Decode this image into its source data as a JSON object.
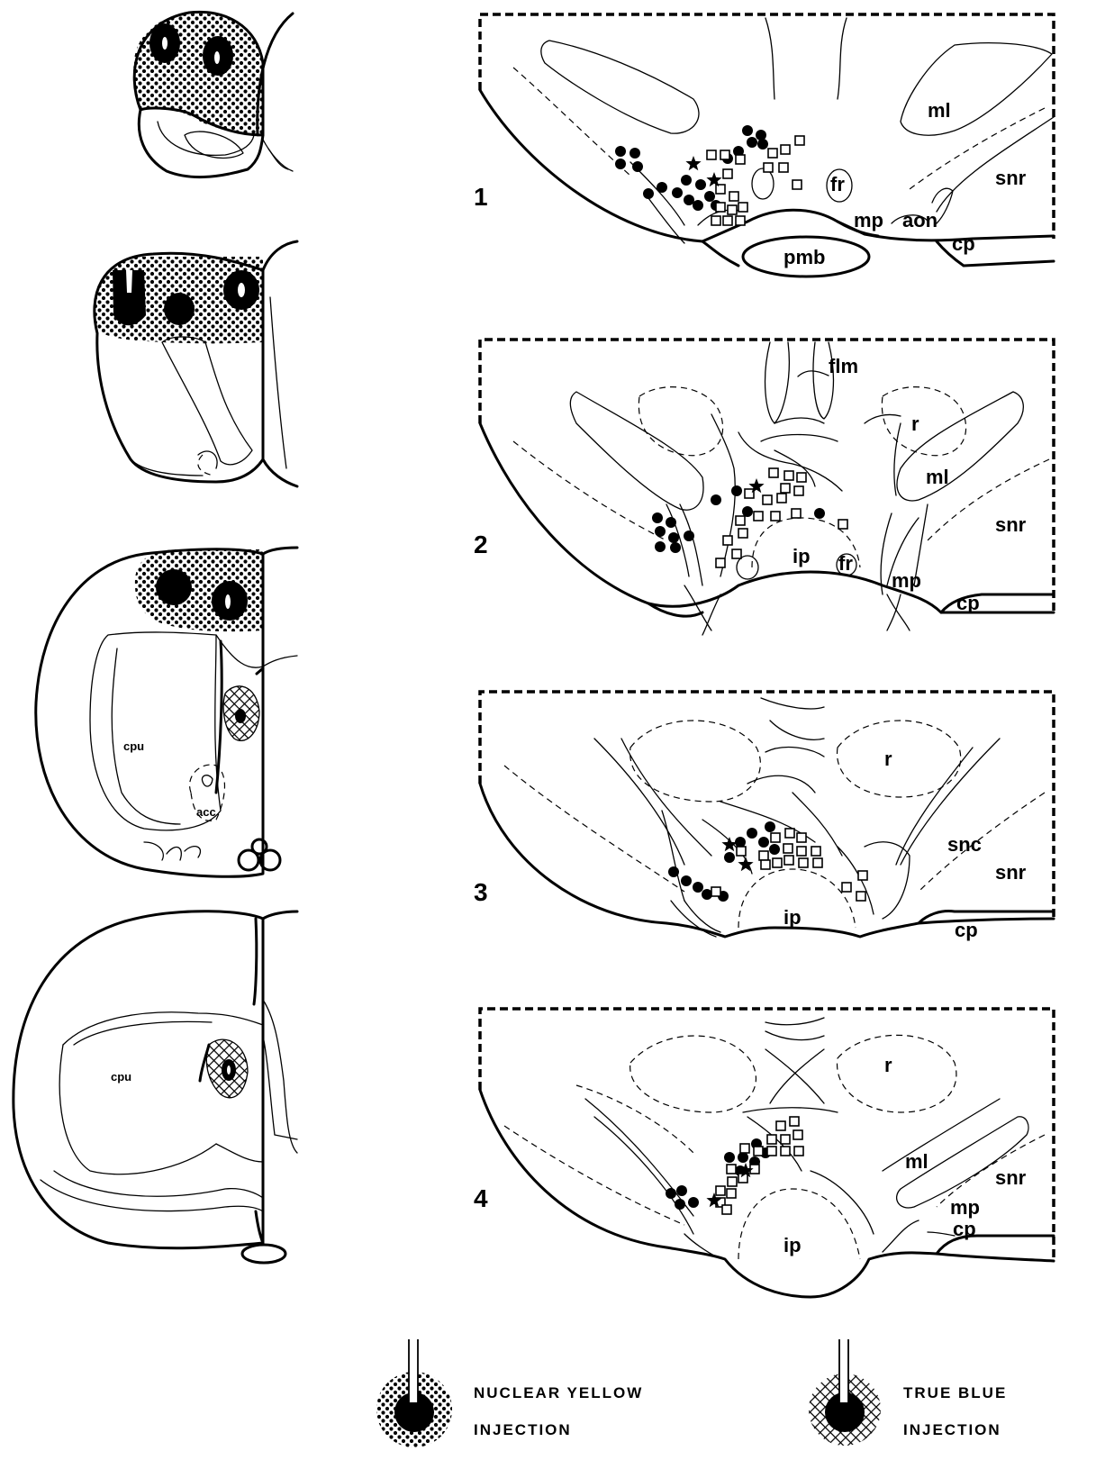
{
  "colors": {
    "ink": "#000000",
    "paper": "#ffffff"
  },
  "left_sections": [
    {
      "id": "ls1",
      "labels": []
    },
    {
      "id": "ls2",
      "labels": []
    },
    {
      "id": "ls3",
      "labels": [
        "cpu",
        "acc"
      ]
    },
    {
      "id": "ls4",
      "labels": [
        "cpu"
      ]
    }
  ],
  "right_sections": [
    {
      "number": "1",
      "labels": {
        "ml": "ml",
        "snr": "snr",
        "fr": "fr",
        "mp": "mp",
        "aon": "aon",
        "cp": "cp",
        "pmb": "pmb"
      }
    },
    {
      "number": "2",
      "labels": {
        "flm": "flm",
        "r": "r",
        "ml": "ml",
        "snr": "snr",
        "ip": "ip",
        "fr": "fr",
        "mp": "mp",
        "cp": "cp"
      }
    },
    {
      "number": "3",
      "labels": {
        "r": "r",
        "snc": "snc",
        "snr": "snr",
        "ip": "ip",
        "cp": "cp"
      }
    },
    {
      "number": "4",
      "labels": {
        "r": "r",
        "ml": "ml",
        "snr": "snr",
        "mp": "mp",
        "cp": "cp",
        "ip": "ip"
      }
    }
  ],
  "marker_types": [
    "filled-circle",
    "open-square",
    "star"
  ],
  "legend": [
    {
      "name": "nuclear-yellow",
      "line1": "NUCLEAR  YELLOW",
      "line2": "INJECTION",
      "pattern": "dots"
    },
    {
      "name": "true-blue",
      "line1": "TRUE  BLUE",
      "line2": "INJECTION",
      "pattern": "crosshatch"
    }
  ]
}
